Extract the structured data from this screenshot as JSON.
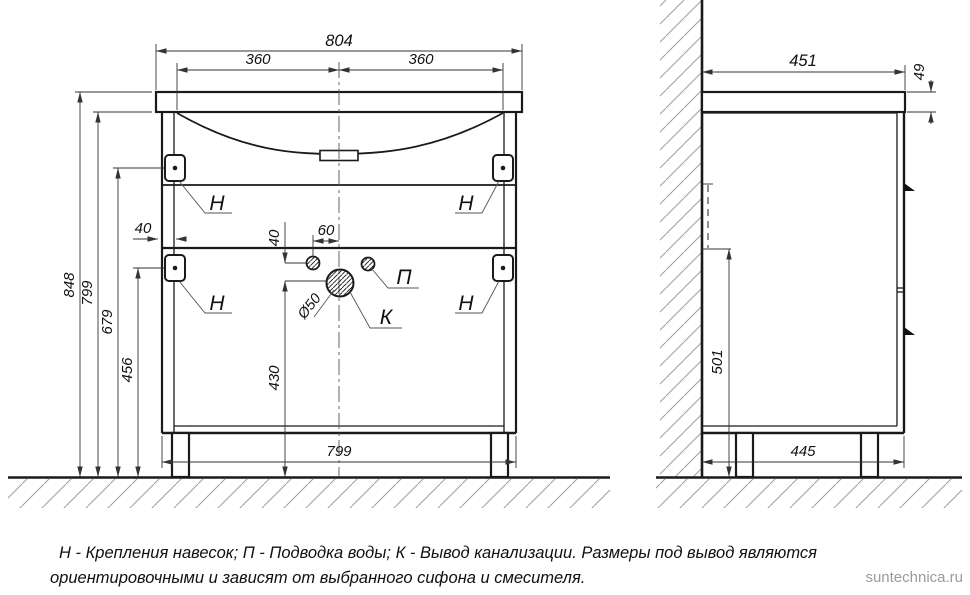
{
  "front": {
    "dims": {
      "overall_width": "804",
      "basin_left": "360",
      "basin_right": "360",
      "total_height": "848",
      "worktop_underside_height": "799",
      "upper_bracket_height": "679",
      "lower_bracket_height": "456",
      "wall_offset": "40",
      "holes_vertical": "40",
      "holes_horizontal": "60",
      "drain_diameter": "Ø50",
      "drain_center_height": "430",
      "bottom_width": "799"
    },
    "labels": {
      "bracket": "Н",
      "water": "П",
      "drain": "К"
    }
  },
  "side": {
    "dims": {
      "depth": "451",
      "worktop_thickness": "49",
      "connection_zone_height": "501",
      "bottom_depth": "445"
    }
  },
  "legend": {
    "line1": "Н - Крепления навесок; П - Подводка воды; К - Вывод канализации. Размеры под вывод являются",
    "line2": "ориентировочными и зависят от выбранного сифона и смесителя."
  },
  "watermark": "suntechnica.ru"
}
